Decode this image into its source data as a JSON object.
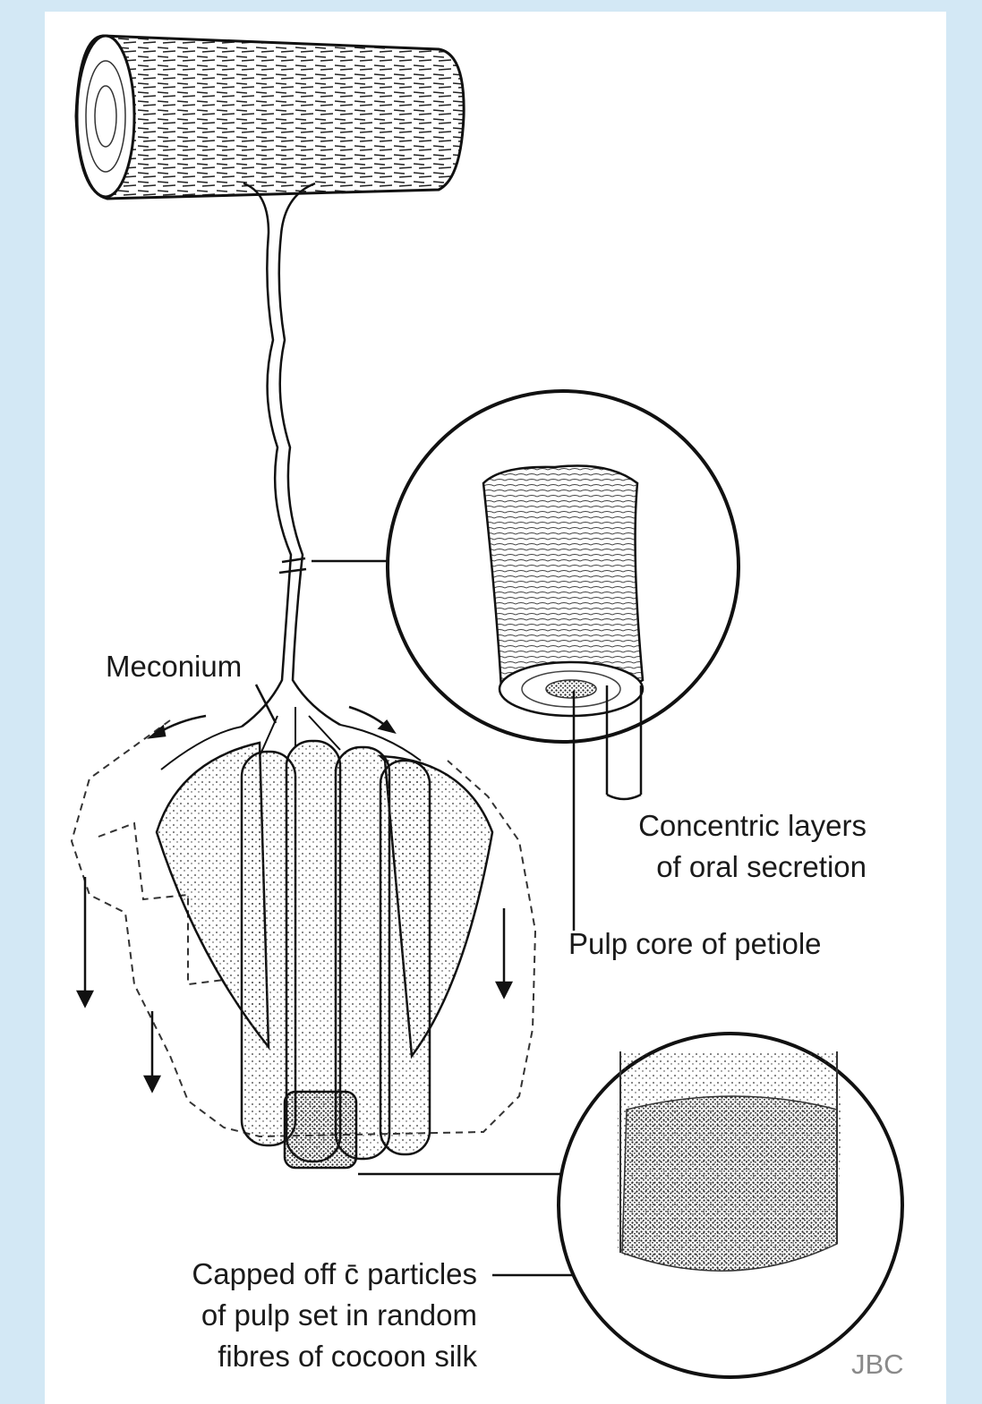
{
  "labels": {
    "meconium": "Meconium",
    "concentric": [
      "Concentric layers",
      "of oral secretion"
    ],
    "pulp_core": "Pulp core of petiole",
    "capped": [
      "Capped off c̄ particles",
      "of pulp set in random",
      "fibres of cocoon silk"
    ]
  },
  "credit": "JBC"
}
